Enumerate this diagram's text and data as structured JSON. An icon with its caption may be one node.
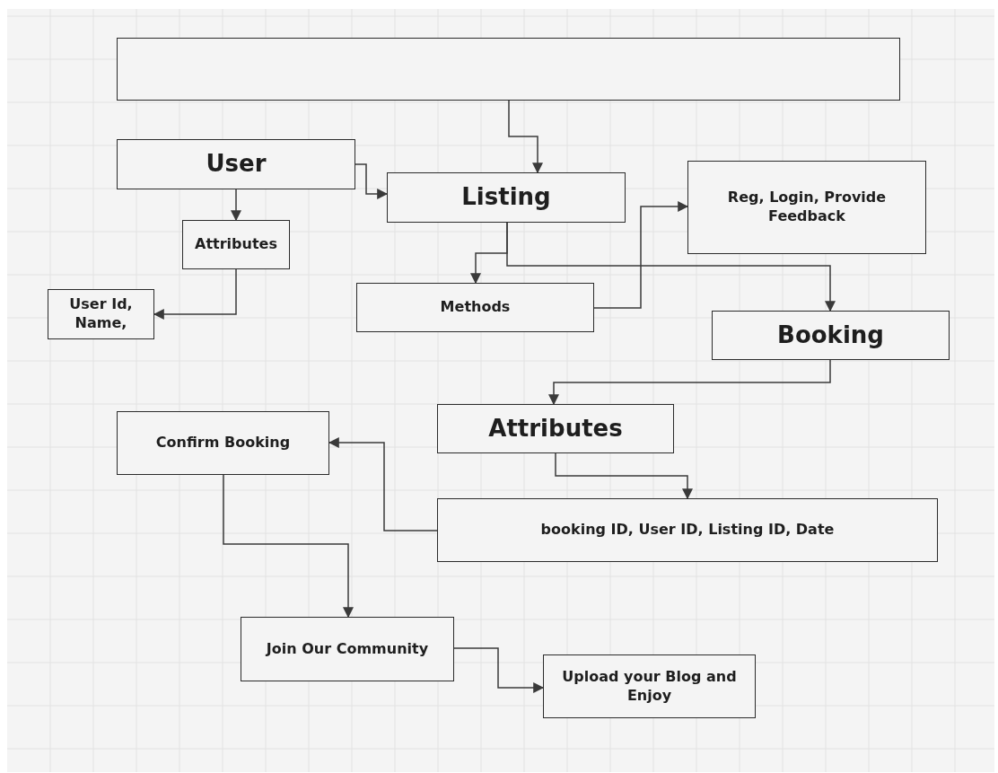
{
  "diagram": {
    "nodes": [
      {
        "text": [],
        "shape": "box"
      },
      {
        "text": [
          "User"
        ]
      },
      {
        "text": [
          "Listing"
        ]
      },
      {
        "text": [
          "Reg, Login, Provide Feedback"
        ]
      },
      {
        "text": [
          "Attributes"
        ]
      },
      {
        "text": [
          "User Id, Name,"
        ]
      },
      {
        "text": [
          "Methods"
        ]
      },
      {
        "text": [
          "Booking"
        ]
      },
      {
        "text": [
          "Attributes"
        ]
      },
      {
        "text": [
          "Confirm Booking"
        ]
      },
      {
        "text": [
          "booking ID, User ID, Listing ID, Date"
        ]
      },
      {
        "text": [
          "Join Our Community"
        ]
      },
      {
        "text": [
          "Upload your Blog and Enjoy"
        ]
      }
    ],
    "edges": [
      {
        "from": 0,
        "to": 2,
        "arrow": "to"
      },
      {
        "from": 1,
        "to": 2,
        "arrow": "to"
      },
      {
        "from": 1,
        "to": 4,
        "arrow": "to"
      },
      {
        "from": 2,
        "to": 6,
        "arrow": "to"
      },
      {
        "from": 2,
        "to": 7,
        "arrow": "to"
      },
      {
        "from": 4,
        "to": 5,
        "arrow": "to"
      },
      {
        "from": 6,
        "to": 3,
        "arrow": "to"
      },
      {
        "from": 7,
        "to": 8,
        "arrow": "to"
      },
      {
        "from": 8,
        "to": 10,
        "arrow": "to"
      },
      {
        "from": 10,
        "to": 9,
        "arrow": "to"
      },
      {
        "from": 9,
        "to": 11,
        "arrow": "to"
      },
      {
        "from": 11,
        "to": 12,
        "arrow": "to"
      }
    ]
  }
}
